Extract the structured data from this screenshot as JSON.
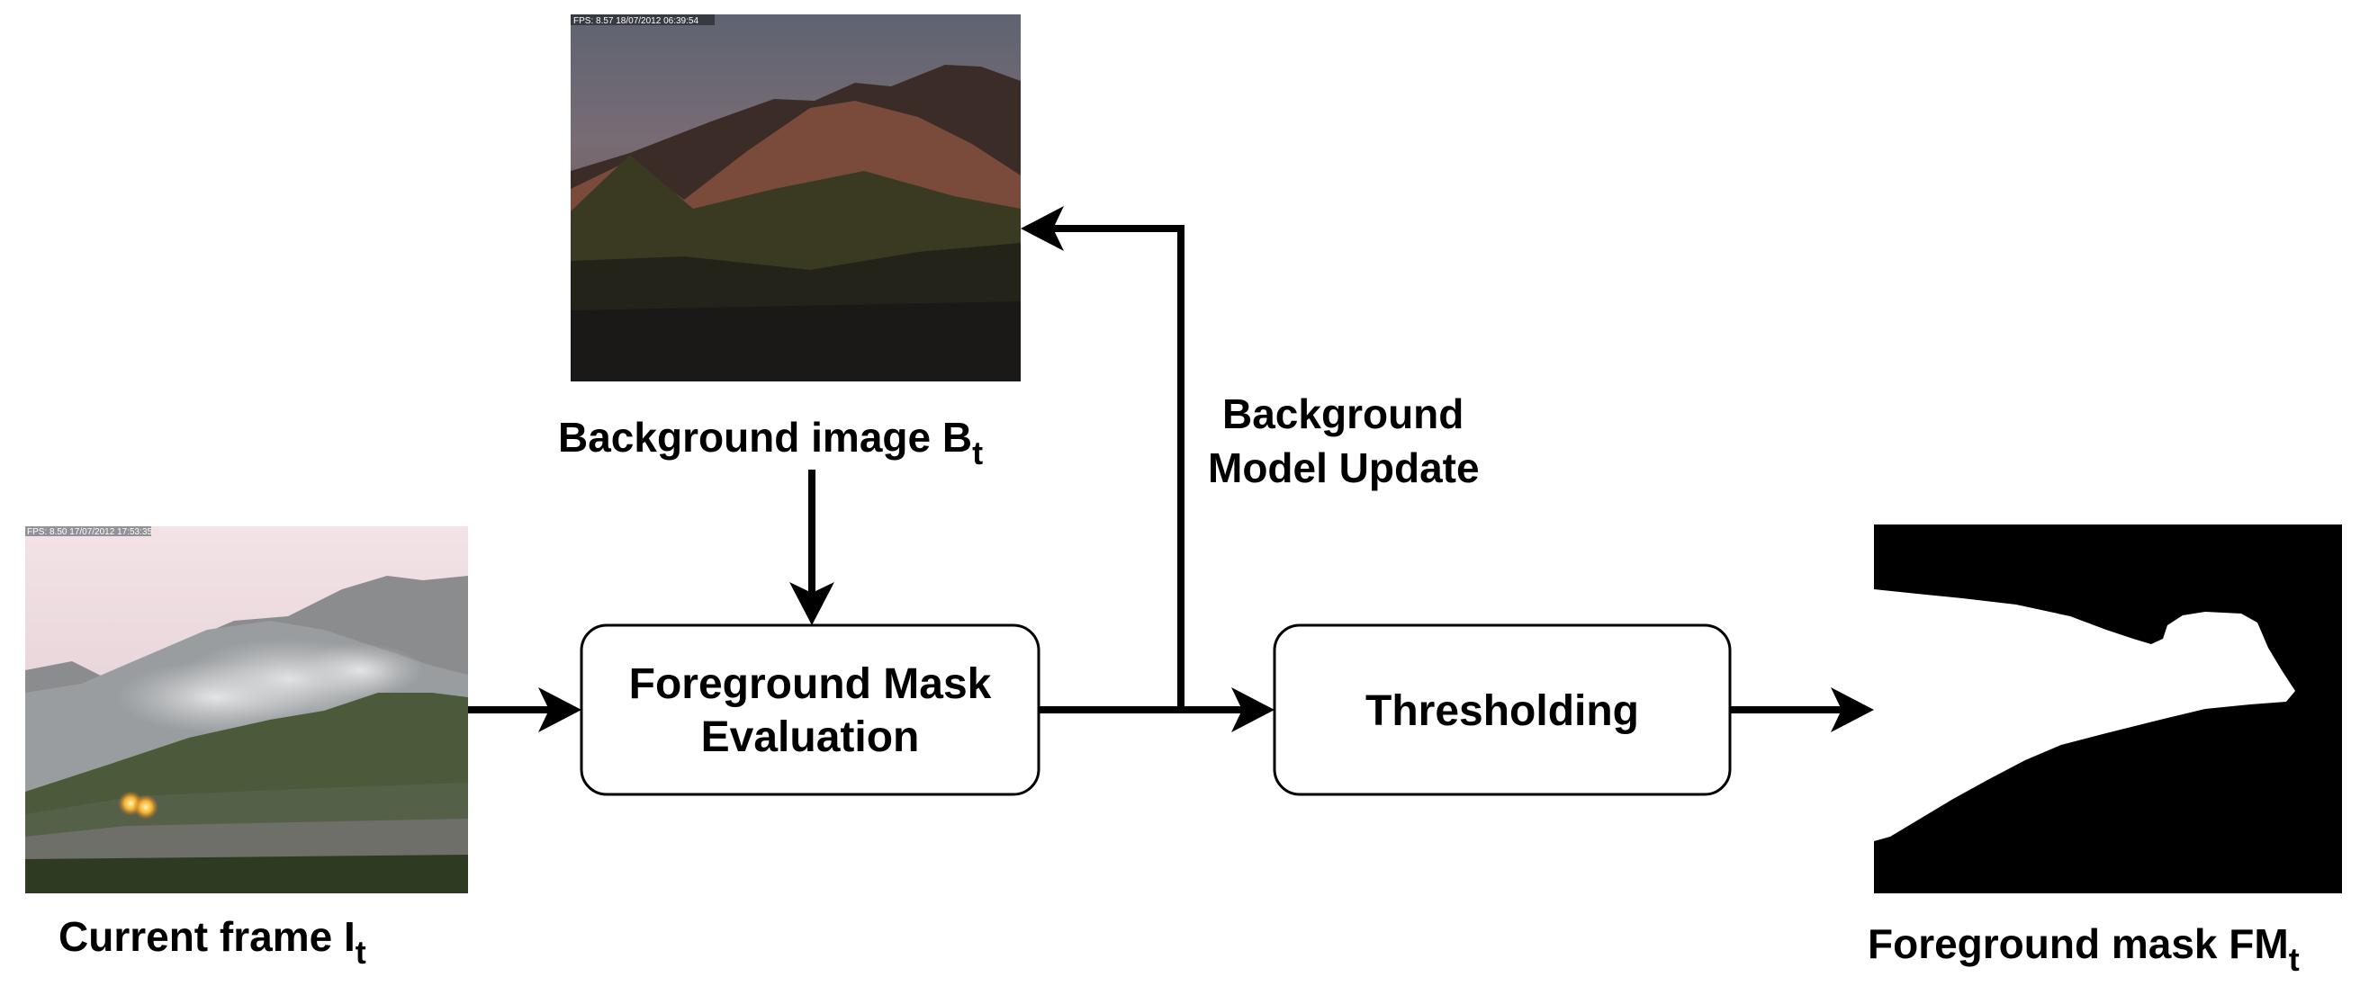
{
  "images": {
    "background": {
      "timestamp": "FPS: 8.57 18/07/2012 06:39:54",
      "caption_main": "Background image B",
      "caption_sub": "t"
    },
    "current_frame": {
      "timestamp": "FPS: 8.50 17/07/2012 17:53:35",
      "caption_main": "Current frame I",
      "caption_sub": "t"
    },
    "foreground_mask": {
      "caption_main": "Foreground mask FM",
      "caption_sub": "t"
    }
  },
  "boxes": {
    "evaluation": {
      "line1": "Foreground Mask",
      "line2": "Evaluation"
    },
    "thresholding": {
      "label": "Thresholding"
    }
  },
  "feedback_label": {
    "line1": "Background",
    "line2": "Model Update"
  }
}
